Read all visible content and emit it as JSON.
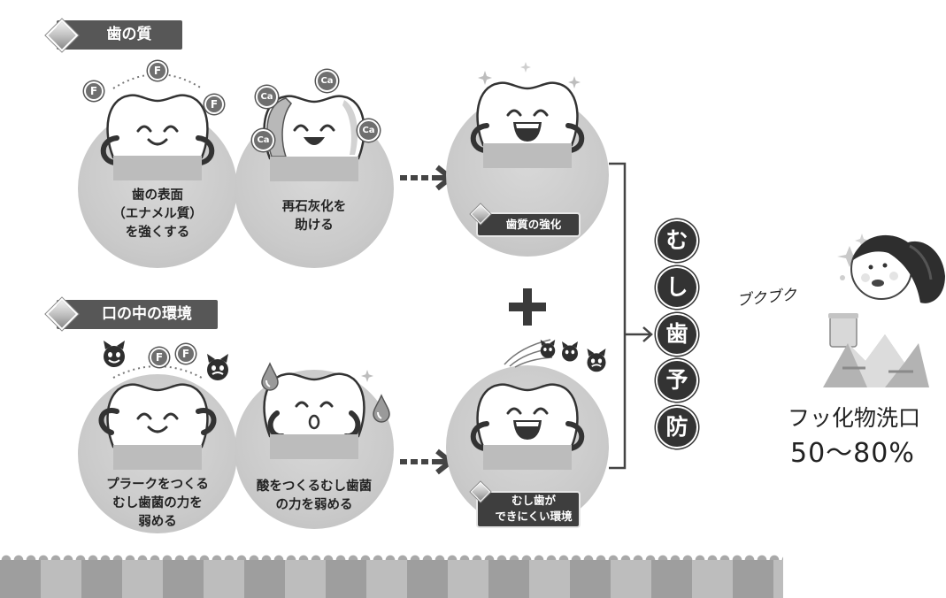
{
  "section_quality": {
    "label": "歯の質",
    "items": [
      {
        "lines": [
          "歯の表面",
          "（エナメル質）",
          "を強くする"
        ],
        "badges": [
          "F",
          "F",
          "F"
        ]
      },
      {
        "lines": [
          "再石灰化を",
          "助ける"
        ],
        "badges": [
          "Ca",
          "Ca",
          "Ca",
          "Ca"
        ]
      }
    ],
    "result": {
      "lines": [
        "歯質の強化"
      ]
    }
  },
  "section_environment": {
    "label": "口の中の環境",
    "items": [
      {
        "lines": [
          "プラークをつくる",
          "むし歯菌の力を",
          "弱める"
        ],
        "badges": [
          "F",
          "F"
        ]
      },
      {
        "lines": [
          "酸をつくるむし歯菌",
          "の力を弱める"
        ]
      }
    ],
    "result": {
      "lines": [
        "むし歯が",
        "できにくい環境"
      ]
    }
  },
  "goal": {
    "chars": [
      "む",
      "し",
      "歯",
      "予",
      "防"
    ]
  },
  "mouthwash": {
    "sound": "ブクブク",
    "name": "フッ化物洗口",
    "rate": "50〜80%"
  },
  "icons": [
    "tooth-character",
    "fluoride-badge",
    "calcium-badge",
    "germ-devil",
    "acid-drop",
    "sparkle",
    "dashed-arrow",
    "plus-sign",
    "bracket-arrow",
    "girl-gargling"
  ],
  "colors": {
    "circle": "#cacaca",
    "label_bg": "#575757",
    "goal_bg": "#333333",
    "band_dark": "#9e9e9e",
    "band_light": "#bdbdbd"
  }
}
